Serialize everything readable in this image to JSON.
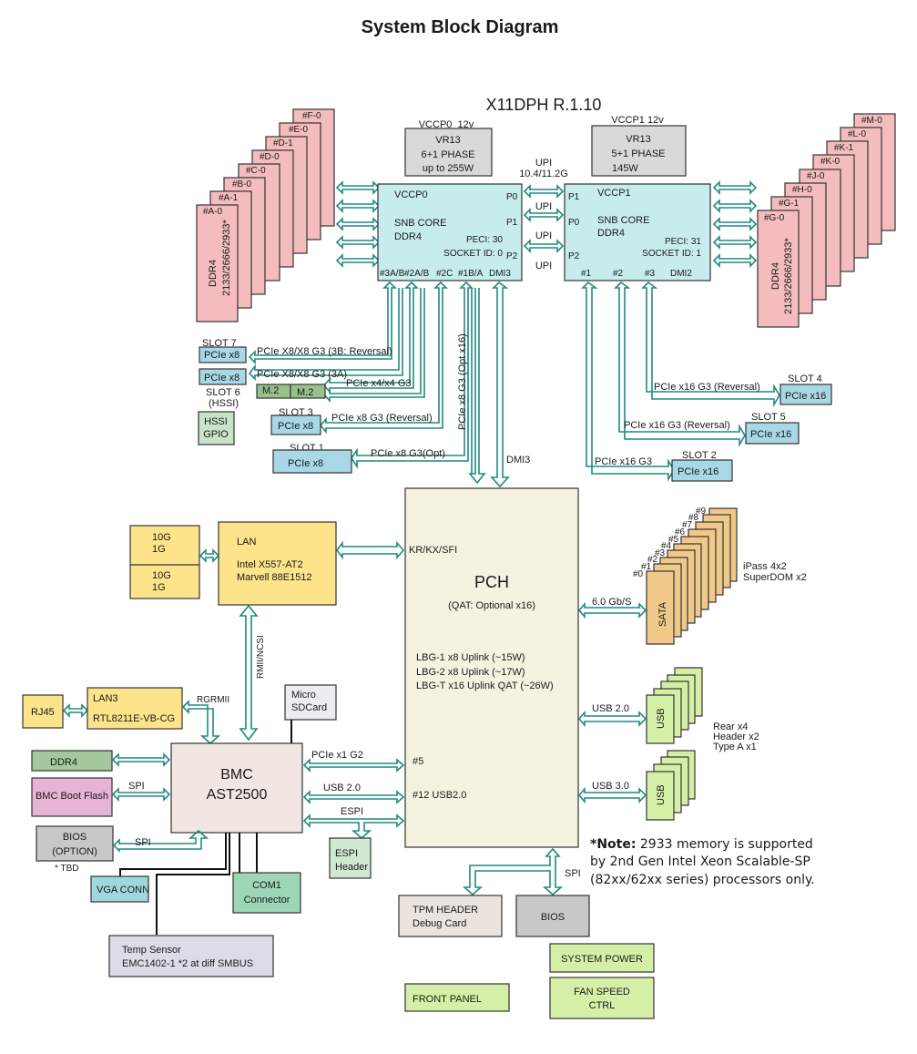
{
  "title": "System Block Diagram",
  "board": "X11DPH R.1.10",
  "cpu0": {
    "vr_label": "VCCP0_12v",
    "vr_lines": [
      "VR13",
      "6+1 PHASE",
      "up to 255W"
    ],
    "name": "VCCP0",
    "core": "SNB CORE",
    "mem": "DDR4",
    "peci": "PECI: 30",
    "socket": "SOCKET ID: 0",
    "ports": [
      "P0",
      "P1",
      "P2"
    ],
    "lanes": [
      "#3A/B",
      "#2A/B",
      "#2C",
      "#1B/A",
      "DMI3"
    ]
  },
  "cpu1": {
    "vr_label": "VCCP1 12v",
    "vr_lines": [
      "VR13",
      "5+1 PHASE",
      "145W"
    ],
    "name": "VCCP1",
    "core": "SNB CORE",
    "mem": "DDR4",
    "peci": "PECI: 31",
    "socket": "SOCKET ID: 1",
    "ports": [
      "P1",
      "P0",
      "P2"
    ],
    "lanes": [
      "#1",
      "#2",
      "#3",
      "DMI2"
    ]
  },
  "upi": {
    "header": [
      "UPI",
      "10.4/11.2G"
    ],
    "links": [
      "UPI",
      "UPI",
      "UPI"
    ]
  },
  "dimms_left": {
    "labels": [
      "#A-0",
      "#A-1",
      "#B-0",
      "#C-0",
      "#D-0",
      "#D-1",
      "#E-0",
      "#F-0"
    ],
    "type": "DDR4",
    "speed": "2133/2666/2933*"
  },
  "dimms_right": {
    "labels": [
      "#G-0",
      "#G-1",
      "#H-0",
      "#J-0",
      "#K-0",
      "#K-1",
      "#L-0",
      "#M-0"
    ],
    "type": "DDR4",
    "speed": "2133/2666/2933*"
  },
  "left_pcie": {
    "slot7_label": "SLOT 7",
    "slot7": "PCIe x8",
    "slot7_bus": "PCIe X8/X8 G3 (3B: Reversal)",
    "slot6": "PCIe x8",
    "slot6_bus": "PCIe X8/X8 G3 (3A)",
    "slot6_label": "SLOT 6",
    "slot6_sub": "(HSSI)",
    "m2": [
      "M.2",
      "M.2"
    ],
    "m2_bus": "PCIe x4/x4 G3",
    "hssi": [
      "HSSI",
      "GPIO"
    ],
    "slot3_label": "SLOT 3",
    "slot3": "PCIe x8",
    "slot3_bus": "PCIe x8 G3 (Reversal)",
    "slot1_label": "SLOT 1",
    "slot1": "PCIe x8",
    "slot1_bus": "PCIe x8 G3(Opt)",
    "vertical_bus": "PCIe x8 G3 (Opt x16)",
    "dmi": "DMI3"
  },
  "right_pcie": {
    "slot4_label": "SLOT 4",
    "slot4": "PCIe x16",
    "slot4_bus": "PCIe x16 G3 (Reversal)",
    "slot5_label": "SLOT 5",
    "slot5": "PCIe x16",
    "slot5_bus": "PCIe x16 G3 (Reversal)",
    "slot2_label": "SLOT 2",
    "slot2": "PCIe x16",
    "slot2_bus": "PCIe x16 G3"
  },
  "pch": {
    "name": "PCH",
    "qat": "(QAT: Optional x16)",
    "kr": "KR/KX/SFI",
    "sku": [
      "LBG-1 x8 Uplink (~15W)",
      "LBG-2 x8 Uplink (~17W)",
      "LBG-T x16 Uplink QAT (~26W)"
    ],
    "port5": "#5",
    "port12": "#12 USB2.0"
  },
  "lan": {
    "ports": [
      [
        "10G",
        "1G"
      ],
      [
        "10G",
        "1G"
      ]
    ],
    "title": "LAN",
    "chips": [
      "Intel X557-AT2",
      "Marvell 88E1512"
    ],
    "rmii": "RMII/NCSI"
  },
  "lan3": {
    "rj45": "RJ45",
    "title": "LAN3",
    "chip": "RTL8211E-VB-CG",
    "bus": "RGRMII"
  },
  "sdcard": [
    "Micro",
    "SDCard"
  ],
  "bmc": {
    "name": "BMC",
    "chip": "AST2500",
    "pcie_bus": "PCIe x1 G2",
    "usb_bus": "USB 2.0",
    "espi_bus": "ESPI"
  },
  "bmc_periph": {
    "ddr4": "DDR4",
    "flash": "BMC Boot Flash",
    "flash_bus": "SPI",
    "bios": [
      "BIOS",
      "(OPTION)"
    ],
    "bios_bus": "SPI",
    "tbd": "* TBD",
    "vga": "VGA CONN",
    "com": [
      "COM1",
      "Connector"
    ],
    "temp": [
      "Temp Sensor",
      "EMC1402-1 *2 at diff SMBUS"
    ],
    "espi": [
      "ESPI",
      "Header"
    ]
  },
  "sata": {
    "bus": "6.0 Gb/S",
    "label": "SATA",
    "indices": [
      "#0",
      "#1",
      "#2",
      "#3",
      "#4",
      "#5",
      "#6",
      "#7",
      "#8",
      "#9"
    ],
    "desc": [
      "iPass 4x2",
      "SuperDOM x2"
    ]
  },
  "usb": {
    "bus2": "USB 2.0",
    "bus3": "USB 3.0",
    "label": "USB",
    "desc": [
      "Rear x4",
      "Header x2",
      "Type A x1"
    ]
  },
  "bottom": {
    "tpm": [
      "TPM HEADER",
      "Debug Card"
    ],
    "bios": "BIOS",
    "spi": "SPI",
    "system_power": "SYSTEM POWER",
    "fan": [
      "FAN SPEED",
      "CTRL"
    ],
    "front_panel": "FRONT PANEL"
  },
  "note": {
    "bold": "*Note:",
    "lines": [
      " 2933 memory is supported",
      "by 2nd Gen Intel Xeon Scalable-SP",
      "(82xx/62xx series) processors only."
    ]
  }
}
